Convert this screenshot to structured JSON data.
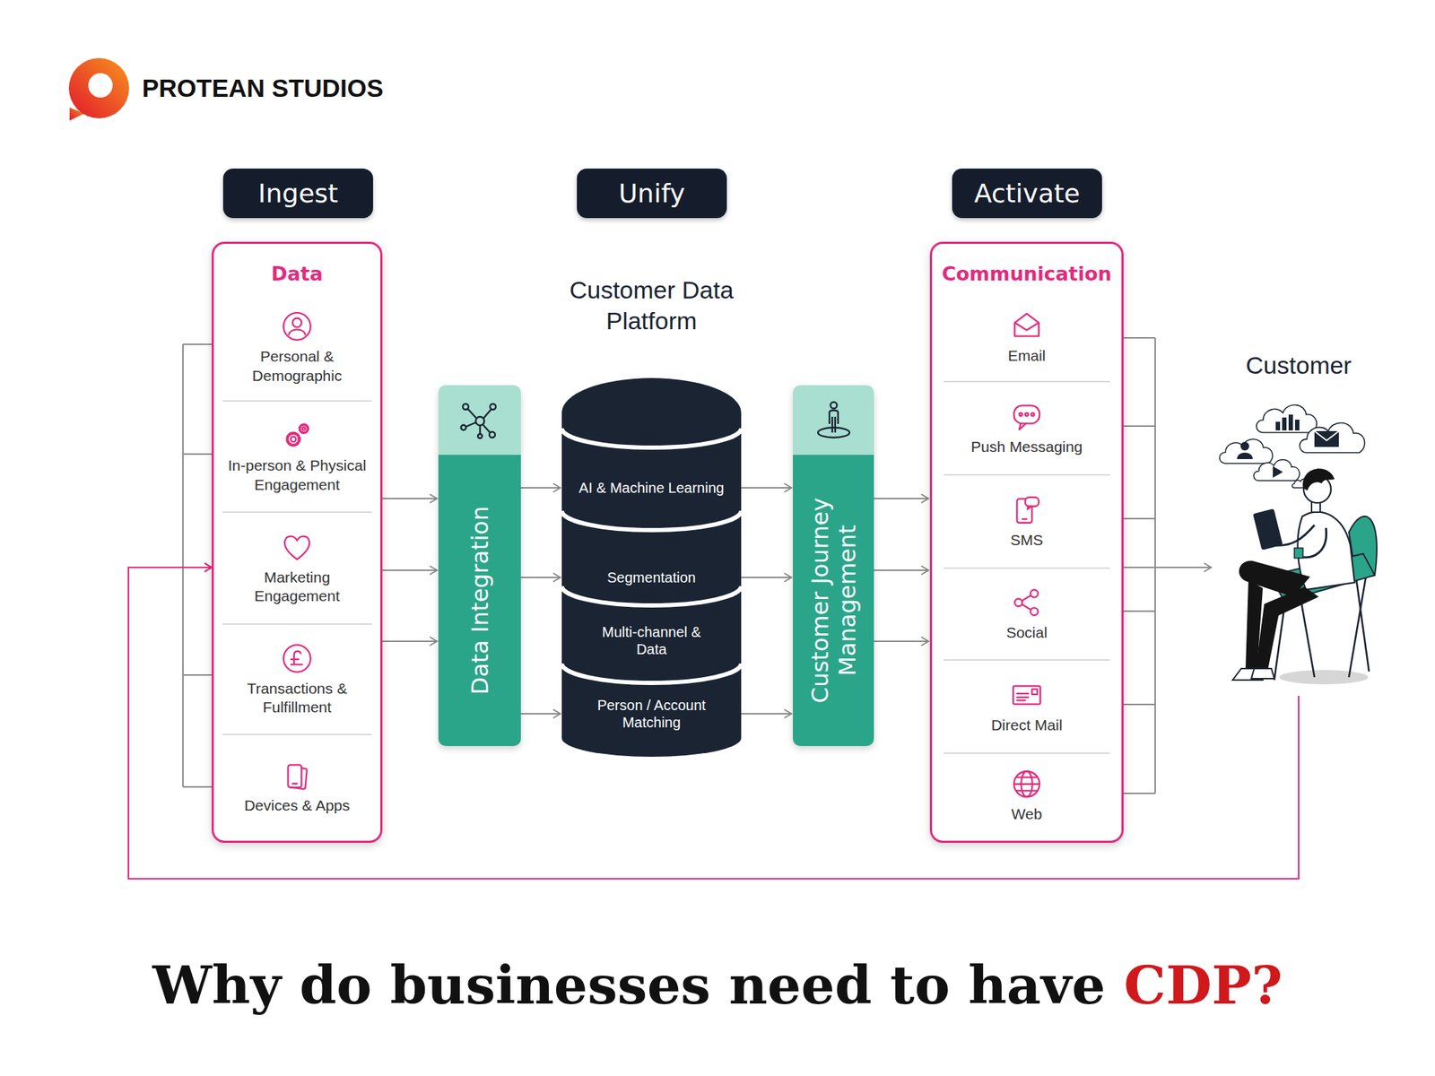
{
  "diagram": {
    "title": "Why do businesses need to have CDP?",
    "nodes": [
      {
        "text": [
          "Ingest"
        ]
      },
      {
        "text": [
          "Unify"
        ]
      },
      {
        "text": [
          "Activate"
        ]
      },
      {
        "text": [
          "Data"
        ]
      },
      {
        "text": [
          "Personal & Demographic"
        ],
        "in": 3
      },
      {
        "text": [
          "In-person & Physical Engagement"
        ],
        "in": 3
      },
      {
        "text": [
          "Marketing Engagement"
        ],
        "in": 3
      },
      {
        "text": [
          "Transactions & Fulfillment"
        ],
        "in": 3
      },
      {
        "text": [
          "Devices & Apps"
        ],
        "in": 3
      },
      {
        "text": [
          "Data Integration"
        ]
      },
      {
        "text": [
          "Customer Data Platform"
        ]
      },
      {
        "text": [
          "AI & Machine Learning"
        ],
        "in": 10
      },
      {
        "text": [
          "Segmentation"
        ],
        "in": 10
      },
      {
        "text": [
          "Multi-channel & Data"
        ],
        "in": 10
      },
      {
        "text": [
          "Person / Account Matching"
        ],
        "in": 10
      },
      {
        "text": [
          "Customer Journey Management"
        ]
      },
      {
        "text": [
          "Communication"
        ]
      },
      {
        "text": [
          "Email"
        ],
        "in": 16
      },
      {
        "text": [
          "Push Messaging"
        ],
        "in": 16
      },
      {
        "text": [
          "SMS"
        ],
        "in": 16
      },
      {
        "text": [
          "Social"
        ],
        "in": 16
      },
      {
        "text": [
          "Direct Mail"
        ],
        "in": 16
      },
      {
        "text": [
          "Web"
        ],
        "in": 16
      },
      {
        "text": [
          "Customer"
        ]
      }
    ],
    "edges": [
      {
        "from": 3,
        "to": 9,
        "arrow": "to"
      },
      {
        "from": 3,
        "to": 9,
        "arrow": "to"
      },
      {
        "from": 3,
        "to": 9,
        "arrow": "to"
      },
      {
        "from": 9,
        "to": 11,
        "arrow": "to"
      },
      {
        "from": 9,
        "to": 12,
        "arrow": "to"
      },
      {
        "from": 9,
        "to": 14,
        "arrow": "to"
      },
      {
        "from": 11,
        "to": 15,
        "arrow": "to"
      },
      {
        "from": 12,
        "to": 15,
        "arrow": "to"
      },
      {
        "from": 14,
        "to": 15,
        "arrow": "to"
      },
      {
        "from": 15,
        "to": 16,
        "arrow": "to"
      },
      {
        "from": 15,
        "to": 16,
        "arrow": "to"
      },
      {
        "from": 15,
        "to": 16,
        "arrow": "to"
      },
      {
        "from": 16,
        "to": 23,
        "arrow": "to"
      },
      {
        "from": 23,
        "to": 3,
        "arrow": "to"
      }
    ],
    "labels": [
      "PROTEAN STUDIOS"
    ]
  }
}
